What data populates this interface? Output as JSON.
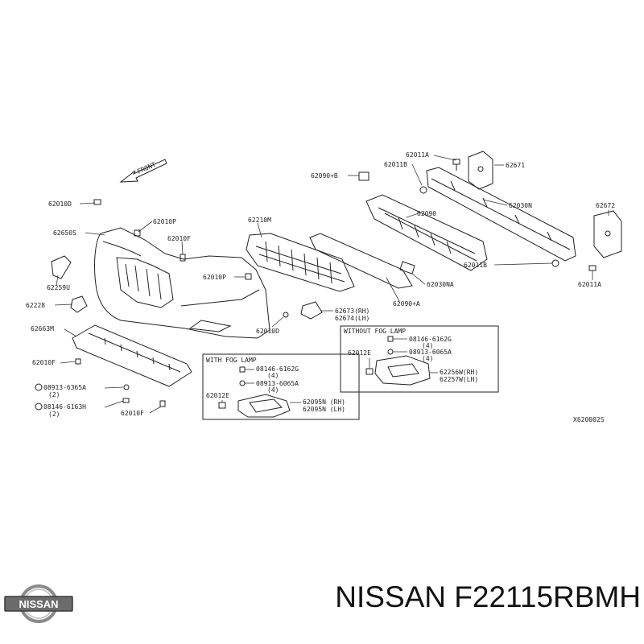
{
  "diagram": {
    "front_label": "FRONT",
    "code": "X620002S",
    "parts": {
      "p62011A": "62011A",
      "p62671": "62671",
      "p62011B_top": "62011B",
      "p62090B": "62090+B",
      "p62672": "62672",
      "p62030N": "62030N",
      "p62090": "62090",
      "p62010D_top": "62010D",
      "p62010P_top": "62010P",
      "p62210M": "62210M",
      "p62650S": "62650S",
      "p62010F_mid": "62010F",
      "p62259U": "62259U",
      "p62010P_mid": "62010P",
      "p62011B_bot": "62011B",
      "p62011A_bot": "62011A",
      "p62030NA": "62030NA",
      "p62090A": "62090+A",
      "p62228": "62228",
      "p62673": "62673(RH)",
      "p62674": "62674(LH)",
      "p62010D_bot": "62010D",
      "p62663M": "62663M",
      "p62010F_left": "62010F",
      "p08913_6365A": "08913-6365A",
      "p08913_6365A_qty": "(2)",
      "p08146_6163H": "08146-6163H",
      "p08146_6163H_qty": "(2)",
      "p62010F_bot": "62010F"
    },
    "with_fog": {
      "title": "WITH FOG LAMP",
      "bolt": "08146-6162G",
      "bolt_qty": "(4)",
      "nut": "08913-6065A",
      "nut_qty": "(4)",
      "clip": "62012E",
      "cover_rh": "62095N (RH)",
      "cover_lh": "62095N (LH)"
    },
    "without_fog": {
      "title": "WITHOUT FOG LAMP",
      "bolt": "08146-6162G",
      "bolt_qty": "(4)",
      "nut": "08913-6065A",
      "nut_qty": "(4)",
      "clip": "62012E",
      "cover_rh": "62256W(RH)",
      "cover_lh": "62257W(LH)"
    }
  },
  "brand": {
    "logo_text": "NISSAN"
  },
  "footer": {
    "title": "NISSAN F22115RBMH"
  }
}
